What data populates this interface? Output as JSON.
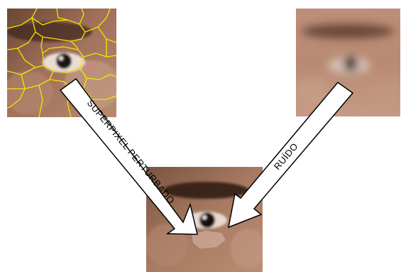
{
  "diagram": {
    "arrows": [
      {
        "id": "superpixel",
        "label": "SUPERPIXEL  PERTURBADO"
      },
      {
        "id": "noise",
        "label": "RUÍDO"
      }
    ],
    "panels": [
      {
        "id": "segmented",
        "content": "eye-photo-superpixel-segmentation",
        "outline_color": "#f2e600"
      },
      {
        "id": "blurred",
        "content": "eye-photo-gaussian-blur"
      },
      {
        "id": "result",
        "content": "eye-photo-perturbed-superpixel"
      }
    ],
    "colors": {
      "superpixel_outline": "#f2e600",
      "arrow_fill": "#ffffff",
      "arrow_stroke": "#000000",
      "skin": "#b07d62"
    }
  }
}
